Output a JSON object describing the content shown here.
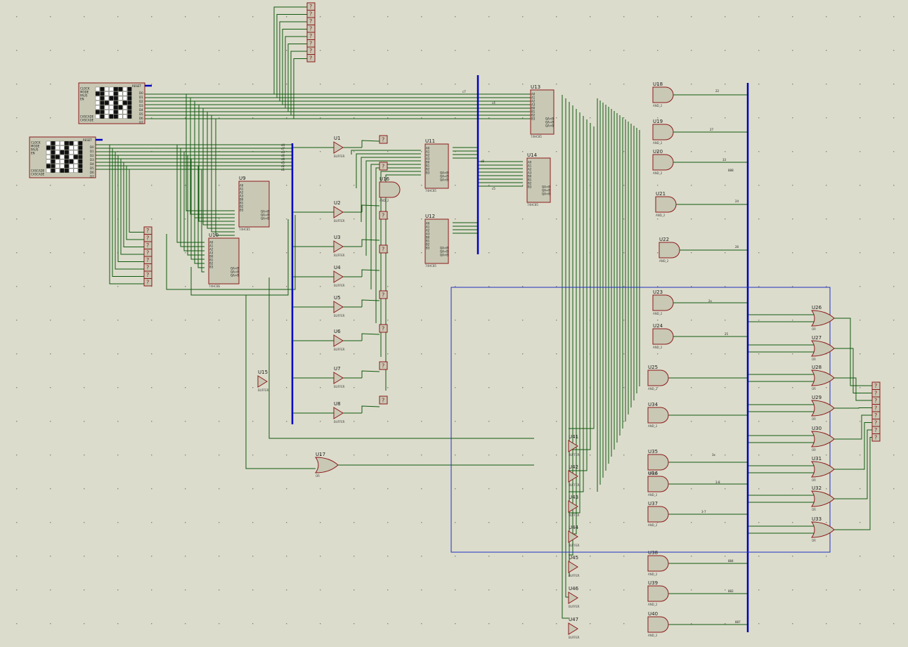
{
  "colors": {
    "background": "#dcdccc",
    "grid_dot": "#8a8a7a",
    "wire": "#0f5a0f",
    "bus": "#0000c0",
    "component_fill": "#c8c8b4",
    "component_border": "#8b1a1a",
    "selection_box": "#2030c0",
    "label": "#1c1c1c"
  },
  "components": {
    "u1": {
      "ref": "U1",
      "sub": "BUFFER"
    },
    "u2": {
      "ref": "U2",
      "sub": "BUFFER"
    },
    "u3": {
      "ref": "U3",
      "sub": "BUFFER"
    },
    "u4": {
      "ref": "U4",
      "sub": "BUFFER"
    },
    "u5": {
      "ref": "U5",
      "sub": "BUFFER"
    },
    "u6": {
      "ref": "U6",
      "sub": "BUFFER"
    },
    "u7": {
      "ref": "U7",
      "sub": "BUFFER"
    },
    "u8": {
      "ref": "U8",
      "sub": "BUFFER"
    },
    "u9": {
      "ref": "U9",
      "sub": "74HC85"
    },
    "u10": {
      "ref": "U10",
      "sub": "74HC85"
    },
    "u11": {
      "ref": "U11",
      "sub": "74HC85"
    },
    "u12": {
      "ref": "U12",
      "sub": "74HC85"
    },
    "u13": {
      "ref": "U13",
      "sub": "74HC85"
    },
    "u14": {
      "ref": "U14",
      "sub": "74HC85"
    },
    "u15": {
      "ref": "U15",
      "sub": "BUFFER"
    },
    "u16": {
      "ref": "U16",
      "sub": "AND_2"
    },
    "u17": {
      "ref": "U17",
      "sub": "OR"
    },
    "u18": {
      "ref": "U18",
      "sub": "AND_2"
    },
    "u19": {
      "ref": "U19",
      "sub": "AND_2"
    },
    "u20": {
      "ref": "U20",
      "sub": "AND_2"
    },
    "u21": {
      "ref": "U21",
      "sub": "AND_2"
    },
    "u22": {
      "ref": "U22",
      "sub": "AND_2"
    },
    "u23": {
      "ref": "U23",
      "sub": "AND_2"
    },
    "u24": {
      "ref": "U24",
      "sub": "AND_2"
    },
    "u25": {
      "ref": "U25",
      "sub": "AND_2"
    },
    "u26": {
      "ref": "U26",
      "sub": "OR"
    },
    "u27": {
      "ref": "U27",
      "sub": "OR"
    },
    "u28": {
      "ref": "U28",
      "sub": "OR"
    },
    "u29": {
      "ref": "U29",
      "sub": "OR"
    },
    "u30": {
      "ref": "U30",
      "sub": "OR"
    },
    "u31": {
      "ref": "U31",
      "sub": "OR"
    },
    "u32": {
      "ref": "U32",
      "sub": "OR"
    },
    "u33": {
      "ref": "U33",
      "sub": "OR"
    },
    "u34": {
      "ref": "U34",
      "sub": "AND_2"
    },
    "u35": {
      "ref": "U35",
      "sub": "AND_2"
    },
    "u36": {
      "ref": "U36",
      "sub": "AND_2"
    },
    "u37": {
      "ref": "U37",
      "sub": "AND_2"
    },
    "u38": {
      "ref": "U38",
      "sub": "AND_2"
    },
    "u39": {
      "ref": "U39",
      "sub": "AND_2"
    },
    "u40": {
      "ref": "U40",
      "sub": "AND_2"
    },
    "u41": {
      "ref": "U41",
      "sub": "BUFFER"
    },
    "u42": {
      "ref": "U42",
      "sub": "BUFFER"
    },
    "u43": {
      "ref": "U43",
      "sub": "BUFFER"
    },
    "u44": {
      "ref": "U44",
      "sub": "BUFFER"
    },
    "u45": {
      "ref": "U45",
      "sub": "BUFFER"
    },
    "u46": {
      "ref": "U46",
      "sub": "BUFFER"
    },
    "u47": {
      "ref": "U47",
      "sub": "BUFFER"
    }
  },
  "probe_symbol": "?",
  "keypad": {
    "left_pins": [
      "CLOCK",
      "MODE",
      "PAUS",
      "EN"
    ],
    "cascade_pins": [
      "CASCADE",
      "CASCADE"
    ],
    "right_pins": [
      "D0",
      "D1",
      "D2",
      "D3",
      "D4",
      "D5",
      "D6",
      "D7"
    ],
    "top_pin": "RESET"
  },
  "comparator_pins": {
    "left": [
      "A0",
      "A1",
      "A2",
      "A3",
      "B0",
      "B1",
      "B2",
      "B3"
    ],
    "cascade": [
      "A<B",
      "A=B",
      "A>B"
    ],
    "right": [
      "QA<B",
      "QA=B",
      "QA>B"
    ]
  },
  "net_labels": {
    "n_d4": "d4",
    "n_d7": "d7",
    "n_d3": "d3",
    "n_d6": "d6",
    "n_d5": "d5",
    "n_d2": "d2",
    "n_d1": "d1",
    "n_d8": "d8",
    "n_22": "22",
    "n_27": "27",
    "n_33": "33",
    "n_24": "24",
    "n_26": "26",
    "n_25": "25",
    "n_2x": "2x",
    "n_888": "888",
    "n_884": "884",
    "n_882": "882",
    "n_887": "887",
    "n_3x": "3x",
    "n_3s": "3-8",
    "n_37": "3-7",
    "n_c7": "c7",
    "n_c4": "c4",
    "n_c8": "c8",
    "n_c5": "c5"
  }
}
